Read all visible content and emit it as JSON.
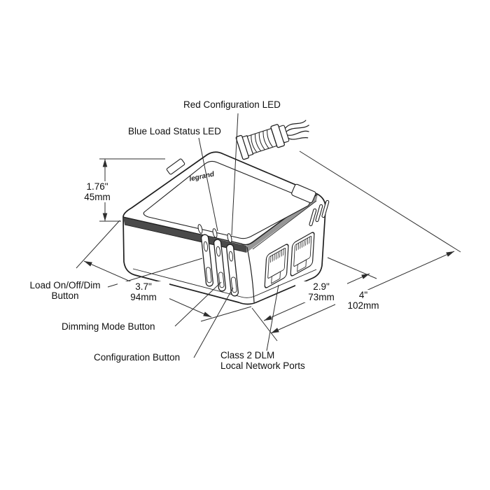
{
  "device": {
    "brand": "legrand"
  },
  "callouts": {
    "red_led": "Red Configuration LED",
    "blue_led": "Blue Load Status LED",
    "load_button_l1": "Load On/Off/Dim",
    "load_button_l2": "Button",
    "dimming_button": "Dimming Mode Button",
    "config_button": "Configuration Button",
    "ports_l1": "Class 2 DLM",
    "ports_l2": "Local Network Ports"
  },
  "dimensions": {
    "height_in": "1.76\"",
    "height_mm": "45mm",
    "width_in": "3.7\"",
    "width_mm": "94mm",
    "depth_in": "2.9\"",
    "depth_mm": "73mm",
    "total_depth_in": "4\"",
    "total_depth_mm": "102mm"
  },
  "colors": {
    "line": "#231f20",
    "background": "#ffffff"
  }
}
